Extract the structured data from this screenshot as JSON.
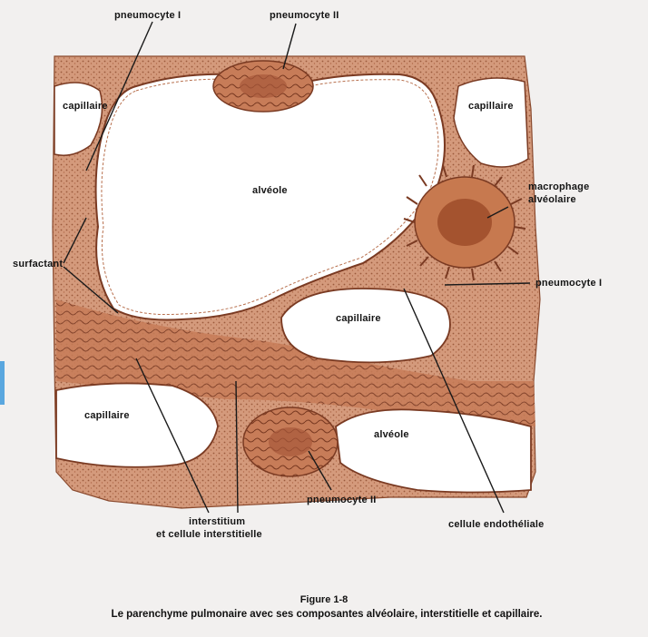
{
  "figure": {
    "title": "Figure 1-8",
    "caption": "Le parenchyme pulmonaire avec ses composantes alvéolaire, interstitielle et capillaire."
  },
  "labels": {
    "pneumocyte_1_top": "pneumocyte I",
    "pneumocyte_2_top": "pneumocyte II",
    "capillaire_top_left": "capillaire",
    "capillaire_top_right": "capillaire",
    "alveole_main": "alvéole",
    "macrophage_line1": "macrophage",
    "macrophage_line2": "alvéolaire",
    "surfactant": "surfactant",
    "pneumocyte_1_right": "pneumocyte I",
    "capillaire_center": "capillaire",
    "capillaire_bottom_left": "capillaire",
    "alveole_bottom": "alvéole",
    "pneumocyte_2_bottom": "pneumocyte II",
    "interstitium_line1": "interstitium",
    "interstitium_line2": "et cellule interstitielle",
    "cellule_endotheliale": "cellule endothéliale"
  },
  "colors": {
    "background": "#f2f0ef",
    "tissue": "#c98a6a",
    "tissue_dark": "#9b5a3c",
    "membrane": "#7a3a22",
    "lumen": "#ffffff",
    "leader": "#1a1a1a"
  }
}
